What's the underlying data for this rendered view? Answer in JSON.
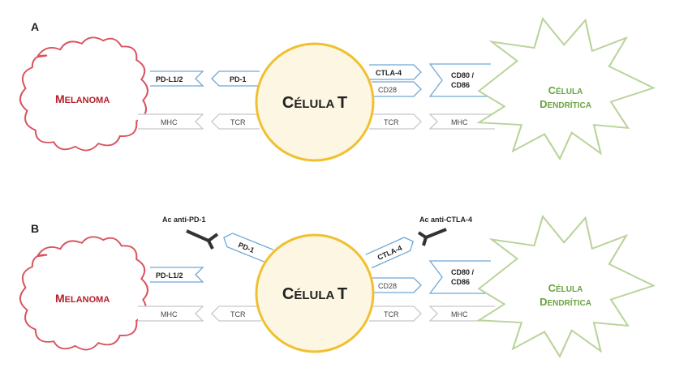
{
  "colors": {
    "melanoma": "#d9535f",
    "melanoma_text": "#b3202c",
    "tcell_fill": "#fdf6e3",
    "tcell_stroke": "#f0c030",
    "dendritic": "#b9d39a",
    "dendritic_text": "#6aa340",
    "checkpoint_stroke": "#6fa8d6",
    "neutral_stroke": "#c8c8c8",
    "antibody": "#333333"
  },
  "panels": [
    {
      "letter": "A",
      "melanoma": {
        "first": "M",
        "rest": "ELANOMA"
      },
      "tcell": {
        "first": "C",
        "mid": "ÉLULA ",
        "last": "T"
      },
      "dendritic": {
        "line1_first": "C",
        "line1_rest": "ÉLULA",
        "line2_first": "D",
        "line2_rest": "ENDRÍTICA"
      },
      "receptors": {
        "pdl1": "PD-L1/2",
        "pd1": "PD-1",
        "mhc_left": "MHC",
        "tcr_left": "TCR",
        "ctla4": "CTLA-4",
        "cd28": "CD28",
        "tcr_right": "TCR",
        "mhc_right": "MHC",
        "cd80_line1": "CD80 /",
        "cd80_line2": "CD86"
      }
    },
    {
      "letter": "B",
      "melanoma": {
        "first": "M",
        "rest": "ELANOMA"
      },
      "tcell": {
        "first": "C",
        "mid": "ÉLULA ",
        "last": "T"
      },
      "dendritic": {
        "line1_first": "C",
        "line1_rest": "ÉLULA",
        "line2_first": "D",
        "line2_rest": "ENDRÍTICA"
      },
      "receptors": {
        "pdl1": "PD-L1/2",
        "pd1": "PD-1",
        "mhc_left": "MHC",
        "tcr_left": "TCR",
        "ctla4": "CTLA-4",
        "cd28": "CD28",
        "tcr_right": "TCR",
        "mhc_right": "MHC",
        "cd80_line1": "CD80 /",
        "cd80_line2": "CD86"
      },
      "antibodies": {
        "anti_pd1": "Ac anti-PD-1",
        "anti_ctla4": "Ac anti-CTLA-4"
      }
    }
  ]
}
